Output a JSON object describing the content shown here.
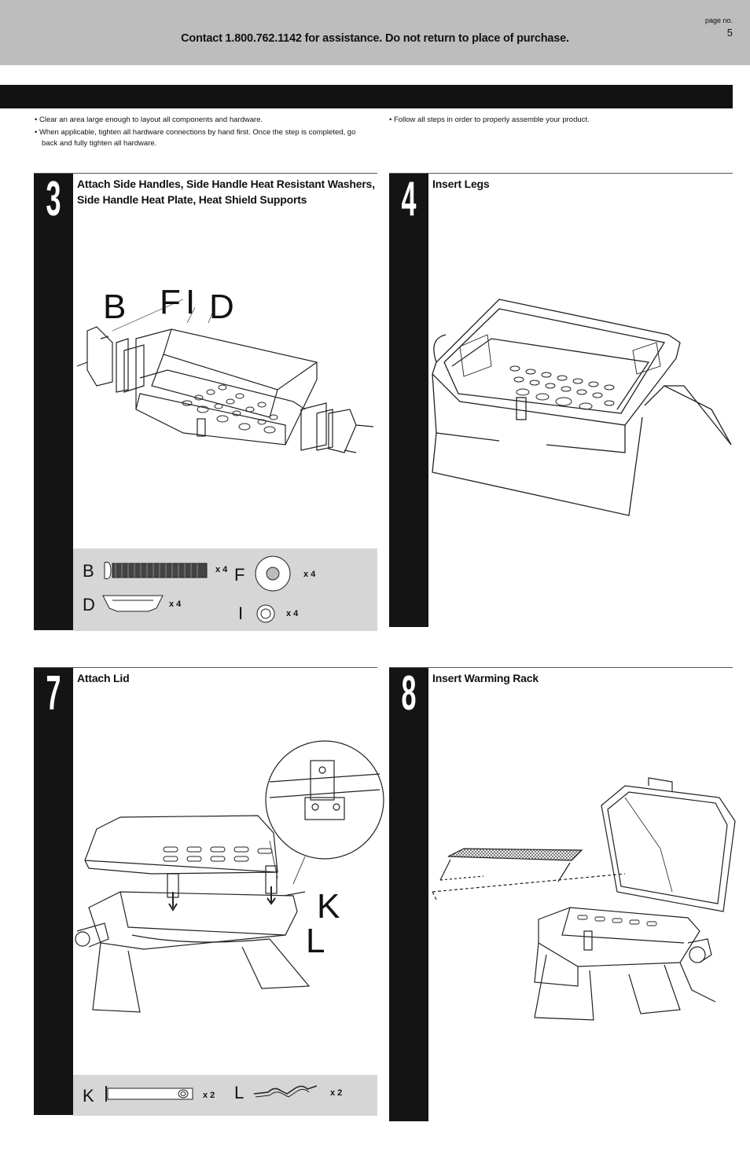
{
  "header": {
    "contact": "Contact 1.800.762.1142 for assistance. Do not return to place of purchase.",
    "page_label": "page no.",
    "page_number": "5"
  },
  "tips_left": [
    "Clear an area large enough to layout all components and hardware.",
    "When applicable, tighten all hardware connections by hand first. Once the step is completed, go back and fully tighten all hardware."
  ],
  "tips_right": [
    "Follow all steps in order to properly assemble your product."
  ],
  "steps": {
    "s3": {
      "number": "3",
      "title": "Attach Side Handles, Side Handle Heat Resistant Washers, Side Handle Heat Plate, Heat Shield Supports",
      "callouts": [
        "B",
        "F",
        "I",
        "D"
      ],
      "hardware": [
        {
          "letter": "B",
          "qty": "x 4"
        },
        {
          "letter": "F",
          "qty": "x 4"
        },
        {
          "letter": "D",
          "qty": "x 4"
        },
        {
          "letter": "I",
          "qty": "x 4"
        }
      ]
    },
    "s4": {
      "number": "4",
      "title": "Insert Legs"
    },
    "s7": {
      "number": "7",
      "title": "Attach Lid",
      "callouts": [
        "K",
        "L"
      ],
      "hardware": [
        {
          "letter": "K",
          "qty": "x 2"
        },
        {
          "letter": "L",
          "qty": "x 2"
        }
      ]
    },
    "s8": {
      "number": "8",
      "title": "Insert Warming Rack"
    }
  }
}
